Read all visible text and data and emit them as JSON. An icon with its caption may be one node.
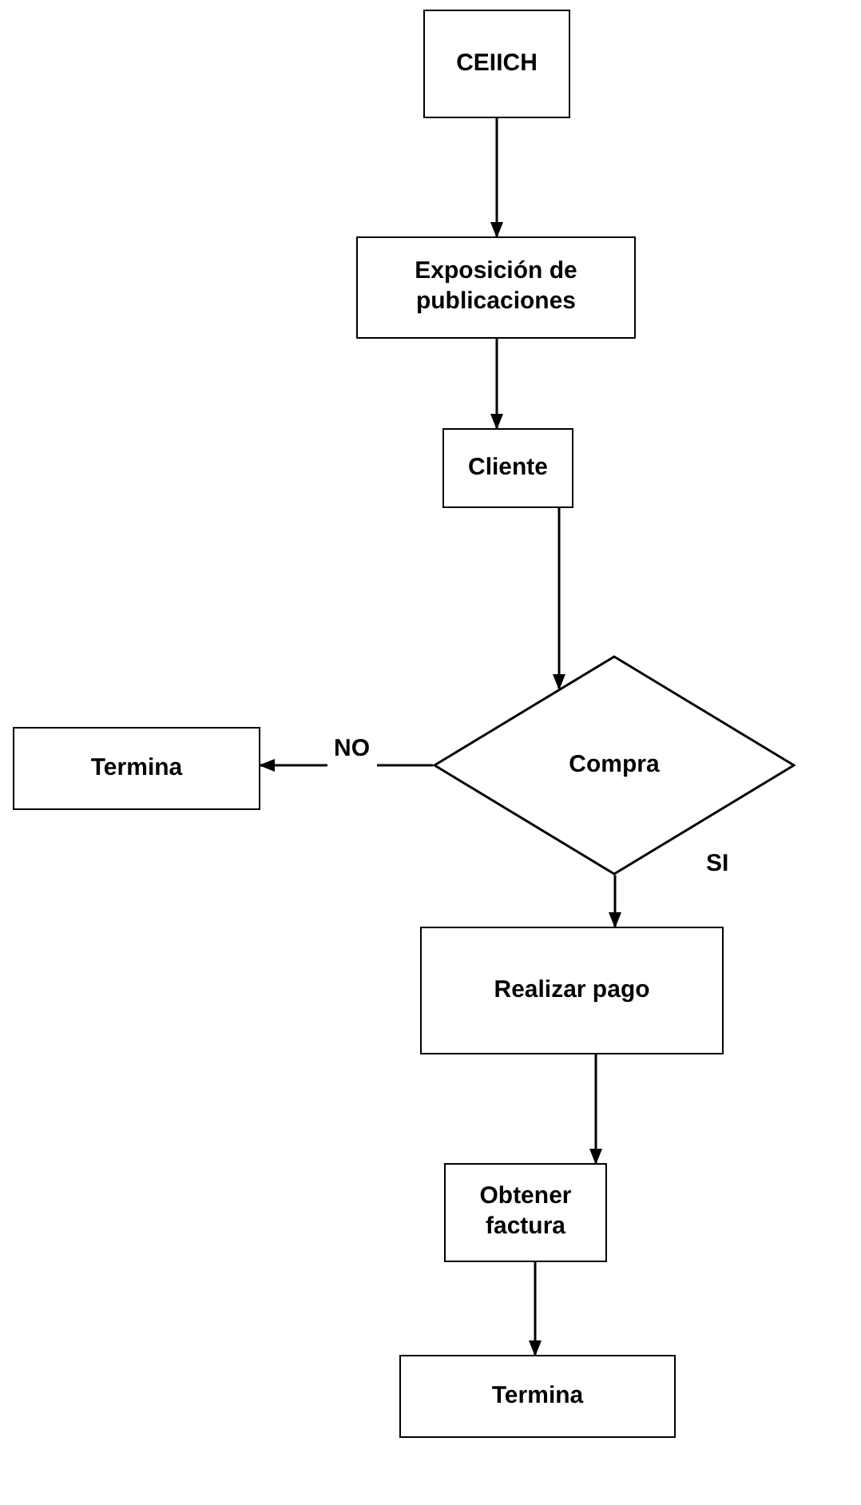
{
  "diagram": {
    "nodes": [
      {
        "text": [
          "CEIICH"
        ]
      },
      {
        "text": [
          "Exposición de publicaciones"
        ]
      },
      {
        "text": [
          "Cliente"
        ]
      },
      {
        "text": [
          "Compra"
        ]
      },
      {
        "text": [
          "Termina"
        ]
      },
      {
        "text": [
          "Realizar pago"
        ]
      },
      {
        "text": [
          "Obtener factura"
        ]
      },
      {
        "text": [
          "Termina"
        ]
      }
    ],
    "edges": [
      {
        "from": 0,
        "to": 1,
        "arrow": "to"
      },
      {
        "from": 1,
        "to": 2,
        "arrow": "to"
      },
      {
        "from": 2,
        "to": 3,
        "arrow": "to"
      },
      {
        "from": 3,
        "to": 4,
        "arrow": "to",
        "label": "NO"
      },
      {
        "from": 3,
        "to": 5,
        "arrow": "to",
        "label": "SI"
      },
      {
        "from": 5,
        "to": 6,
        "arrow": "to"
      },
      {
        "from": 6,
        "to": 7,
        "arrow": "to"
      }
    ]
  }
}
